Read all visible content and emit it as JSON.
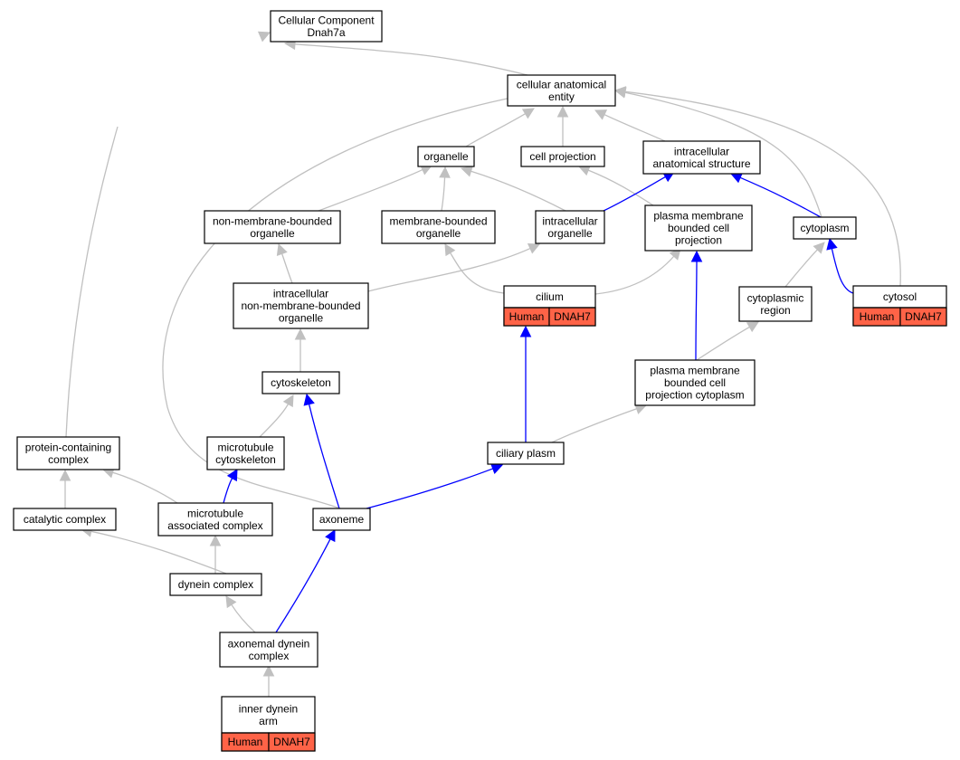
{
  "colors": {
    "gray": "#c0c0c0",
    "blue": "#0000ff",
    "tag": "#ff6347"
  },
  "nodes": {
    "cc": {
      "lines": [
        "Cellular Component",
        "Dnah7a"
      ]
    },
    "cae": {
      "lines": [
        "cellular anatomical",
        "entity"
      ]
    },
    "org": {
      "lines": [
        "organelle"
      ]
    },
    "cp": {
      "lines": [
        "cell projection"
      ]
    },
    "ias": {
      "lines": [
        "intracellular",
        "anatomical structure"
      ]
    },
    "nmbo": {
      "lines": [
        "non-membrane-bounded",
        "organelle"
      ]
    },
    "mbo": {
      "lines": [
        "membrane-bounded",
        "organelle"
      ]
    },
    "io": {
      "lines": [
        "intracellular",
        "organelle"
      ]
    },
    "pmbcp": {
      "lines": [
        "plasma membrane",
        "bounded cell",
        "projection"
      ]
    },
    "cyto": {
      "lines": [
        "cytoplasm"
      ]
    },
    "inmbo": {
      "lines": [
        "intracellular",
        "non-membrane-bounded",
        "organelle"
      ]
    },
    "cil": {
      "lines": [
        "cilium"
      ],
      "tags": [
        "Human",
        "DNAH7"
      ]
    },
    "cr": {
      "lines": [
        "cytoplasmic",
        "region"
      ]
    },
    "cyts": {
      "lines": [
        "cytosol"
      ],
      "tags": [
        "Human",
        "DNAH7"
      ]
    },
    "csk": {
      "lines": [
        "cytoskeleton"
      ]
    },
    "pmbcc": {
      "lines": [
        "plasma membrane",
        "bounded cell",
        "projection cytoplasm"
      ]
    },
    "pcc": {
      "lines": [
        "protein-containing",
        "complex"
      ]
    },
    "mtc": {
      "lines": [
        "microtubule",
        "cytoskeleton"
      ]
    },
    "cilp": {
      "lines": [
        "ciliary plasm"
      ]
    },
    "cat": {
      "lines": [
        "catalytic complex"
      ]
    },
    "mac": {
      "lines": [
        "microtubule",
        "associated complex"
      ]
    },
    "axo": {
      "lines": [
        "axoneme"
      ]
    },
    "dyn": {
      "lines": [
        "dynein complex"
      ]
    },
    "adc": {
      "lines": [
        "axonemal dynein",
        "complex"
      ]
    },
    "ida": {
      "lines": [
        "inner dynein",
        "arm"
      ],
      "tags": [
        "Human",
        "DNAH7"
      ]
    }
  },
  "edges": [
    {
      "from": "cae",
      "to": "cc",
      "relation": "is_a"
    },
    {
      "from": "pcc",
      "to": "cc",
      "relation": "is_a"
    },
    {
      "from": "org",
      "to": "cae",
      "relation": "is_a"
    },
    {
      "from": "cp",
      "to": "cae",
      "relation": "is_a"
    },
    {
      "from": "ias",
      "to": "cae",
      "relation": "is_a"
    },
    {
      "from": "cyto",
      "to": "cae",
      "relation": "is_a"
    },
    {
      "from": "cyts",
      "to": "cae",
      "relation": "is_a"
    },
    {
      "from": "axo",
      "to": "cae",
      "relation": "is_a"
    },
    {
      "from": "nmbo",
      "to": "org",
      "relation": "is_a"
    },
    {
      "from": "mbo",
      "to": "org",
      "relation": "is_a"
    },
    {
      "from": "io",
      "to": "org",
      "relation": "is_a"
    },
    {
      "from": "pmbcp",
      "to": "cp",
      "relation": "is_a"
    },
    {
      "from": "io",
      "to": "ias",
      "relation": "part_of"
    },
    {
      "from": "cyto",
      "to": "ias",
      "relation": "part_of"
    },
    {
      "from": "inmbo",
      "to": "nmbo",
      "relation": "is_a"
    },
    {
      "from": "inmbo",
      "to": "io",
      "relation": "is_a"
    },
    {
      "from": "cil",
      "to": "mbo",
      "relation": "is_a"
    },
    {
      "from": "cil",
      "to": "pmbcp",
      "relation": "is_a"
    },
    {
      "from": "pmbcc",
      "to": "pmbcp",
      "relation": "part_of"
    },
    {
      "from": "cr",
      "to": "cyto",
      "relation": "is_a"
    },
    {
      "from": "cyts",
      "to": "cyto",
      "relation": "part_of"
    },
    {
      "from": "csk",
      "to": "inmbo",
      "relation": "is_a"
    },
    {
      "from": "pmbcc",
      "to": "cr",
      "relation": "is_a"
    },
    {
      "from": "cilp",
      "to": "cil",
      "relation": "part_of"
    },
    {
      "from": "mtc",
      "to": "csk",
      "relation": "is_a"
    },
    {
      "from": "axo",
      "to": "csk",
      "relation": "part_of"
    },
    {
      "from": "cilp",
      "to": "pmbcc",
      "relation": "is_a"
    },
    {
      "from": "axo",
      "to": "cilp",
      "relation": "part_of"
    },
    {
      "from": "cat",
      "to": "pcc",
      "relation": "is_a"
    },
    {
      "from": "mac",
      "to": "pcc",
      "relation": "is_a"
    },
    {
      "from": "mac",
      "to": "mtc",
      "relation": "part_of"
    },
    {
      "from": "dyn",
      "to": "cat",
      "relation": "is_a"
    },
    {
      "from": "dyn",
      "to": "mac",
      "relation": "is_a"
    },
    {
      "from": "adc",
      "to": "dyn",
      "relation": "is_a"
    },
    {
      "from": "adc",
      "to": "axo",
      "relation": "part_of"
    },
    {
      "from": "ida",
      "to": "adc",
      "relation": "is_a"
    }
  ]
}
